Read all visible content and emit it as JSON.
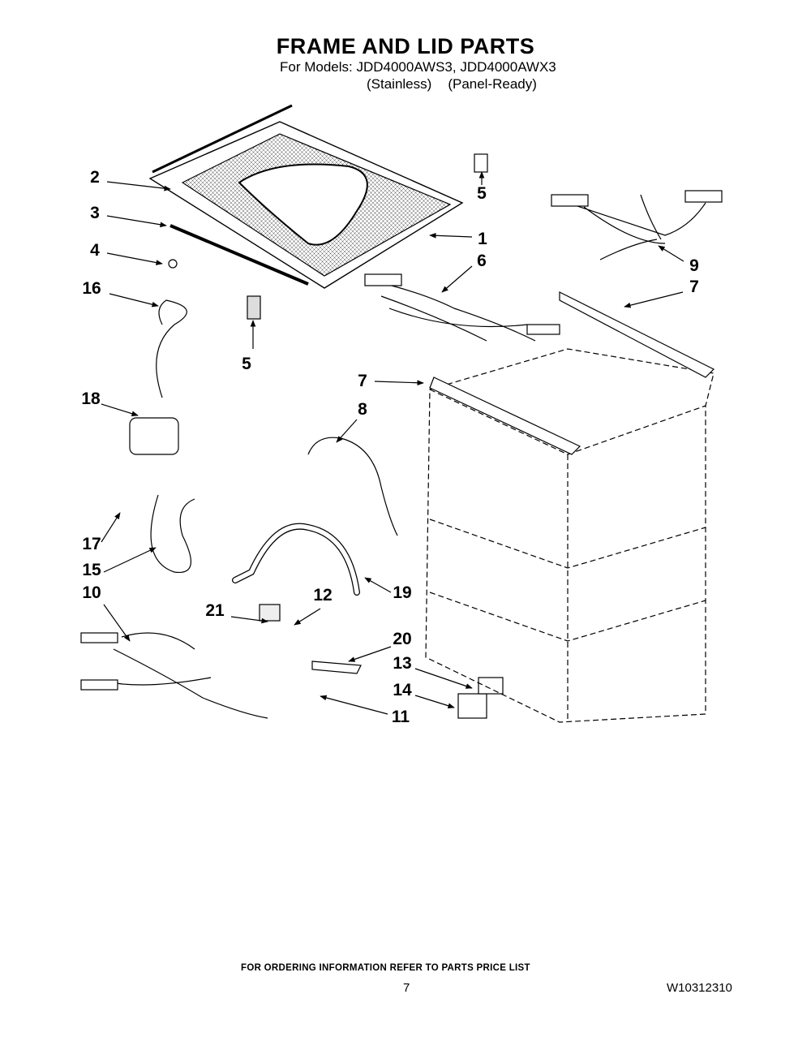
{
  "header": {
    "title": "FRAME AND LID PARTS",
    "models": "For Models: JDD4000AWS3, JDD4000AWX3",
    "variant_1": "(Stainless)",
    "variant_2": "(Panel-Ready)"
  },
  "callouts": [
    "2",
    "3",
    "4",
    "16",
    "5",
    "5",
    "1",
    "6",
    "9",
    "7",
    "7",
    "8",
    "18",
    "17",
    "15",
    "10",
    "21",
    "12",
    "19",
    "20",
    "13",
    "14",
    "11"
  ],
  "footer": {
    "ordering_note": "FOR ORDERING INFORMATION REFER TO PARTS PRICE LIST",
    "page_number": "7",
    "document_number": "W10312310"
  }
}
